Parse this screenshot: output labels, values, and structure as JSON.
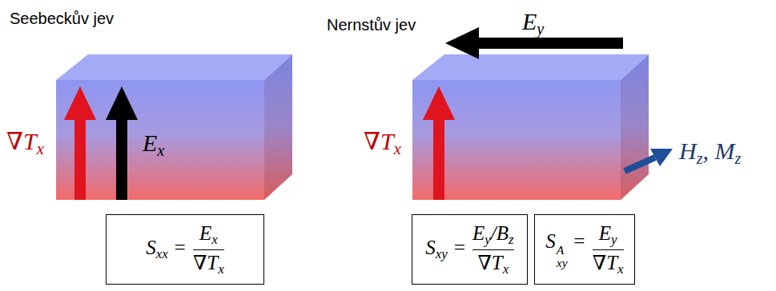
{
  "diagram": {
    "nodes": [
      {
        "text": [
          "Sxx =",
          "Ex",
          "∇Tx"
        ]
      },
      {
        "text": [
          "Sxy =",
          "Ey/Bz",
          "∇Tx"
        ]
      },
      {
        "text": [
          "SAxy =",
          "Ey",
          "∇Tx"
        ]
      }
    ],
    "labels": [
      "Seebeckův jev",
      "∇Tx",
      "Ex",
      "Nernstův jev",
      "Ey",
      "∇Tx",
      "Hz, Mz"
    ]
  }
}
